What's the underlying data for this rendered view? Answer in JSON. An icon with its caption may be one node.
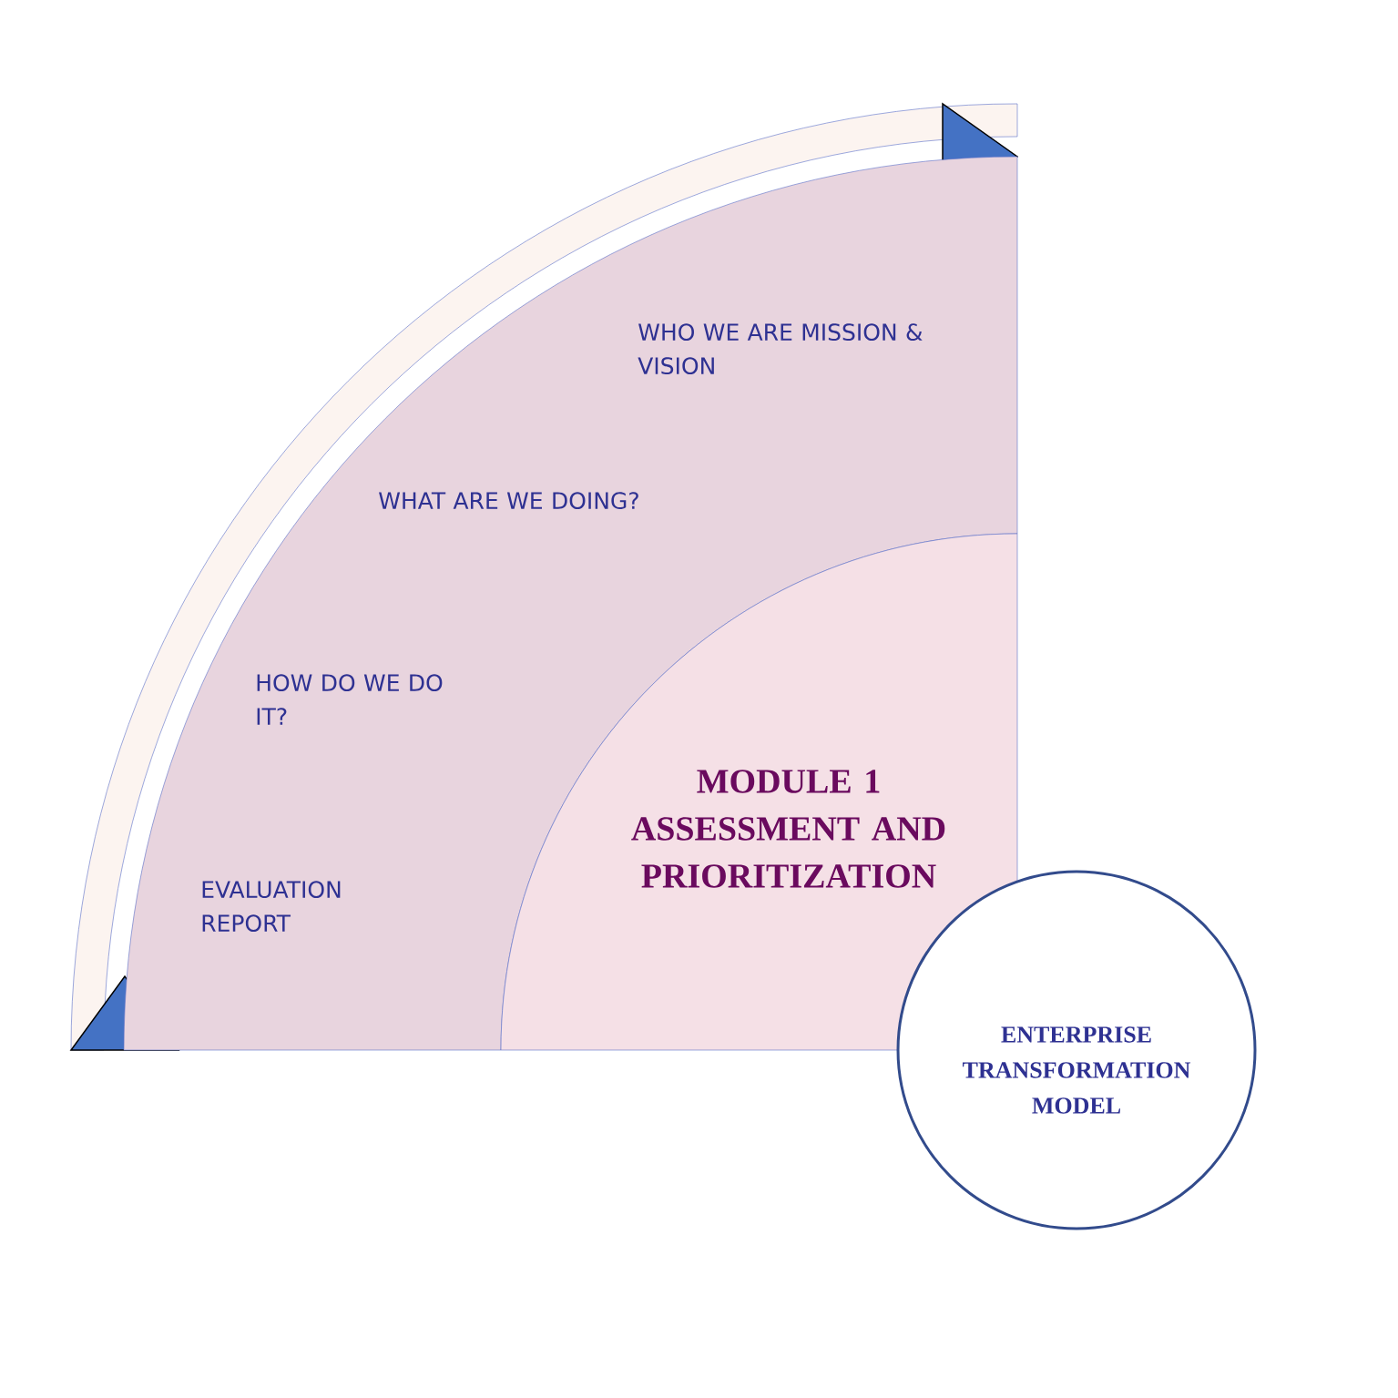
{
  "diagram": {
    "nodes": [
      {
        "text": [
          "WHO WE ARE MISSION & VISION",
          "WHAT ARE WE DOING?",
          "HOW DO WE DO IT?",
          "EVALUATION REPORT"
        ]
      },
      {
        "text": [
          "MODULE 1 ASSESSMENT AND PRIORITIZATION"
        ]
      },
      {
        "text": [
          "ENTERPRISE TRANSFORMATION MODEL"
        ]
      }
    ]
  }
}
